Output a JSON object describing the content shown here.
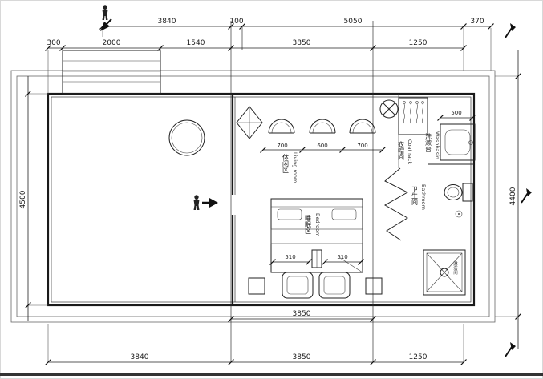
{
  "dims": {
    "top1": [
      "3840",
      "100",
      "5050",
      "370"
    ],
    "top2": [
      "300",
      "2000",
      "1540",
      "3850",
      "1250"
    ],
    "left": [
      "4500"
    ],
    "right": [
      "4400"
    ],
    "bottom1": [
      "3850"
    ],
    "bottom2": [
      "3840",
      "3850",
      "1250"
    ],
    "chairs": [
      "700",
      "600",
      "700"
    ],
    "bed": [
      "510",
      "510"
    ],
    "washbasin_width": [
      "500"
    ]
  },
  "labels": {
    "living_cn": "休闲区",
    "living_en": "Living room",
    "bedroom_cn": "睡眠区",
    "bedroom_en": "Bedroom",
    "washbasin_cn": "洗漱台",
    "washbasin_en": "Washbasin",
    "coatrack_cn": "衣帽间",
    "coatrack_en": "Coat rack",
    "bathroom_cn": "卫生间",
    "bathroom_en": "Bathroom",
    "shower_cn": "淋浴间"
  },
  "icons": {
    "person": "person-icon",
    "entry_arrow": "entry-arrow-icon",
    "section_marker": "section-marker-icon",
    "fan": "fan-icon"
  },
  "colors": {
    "line": "#1a1a1a",
    "background": "#ffffff"
  }
}
